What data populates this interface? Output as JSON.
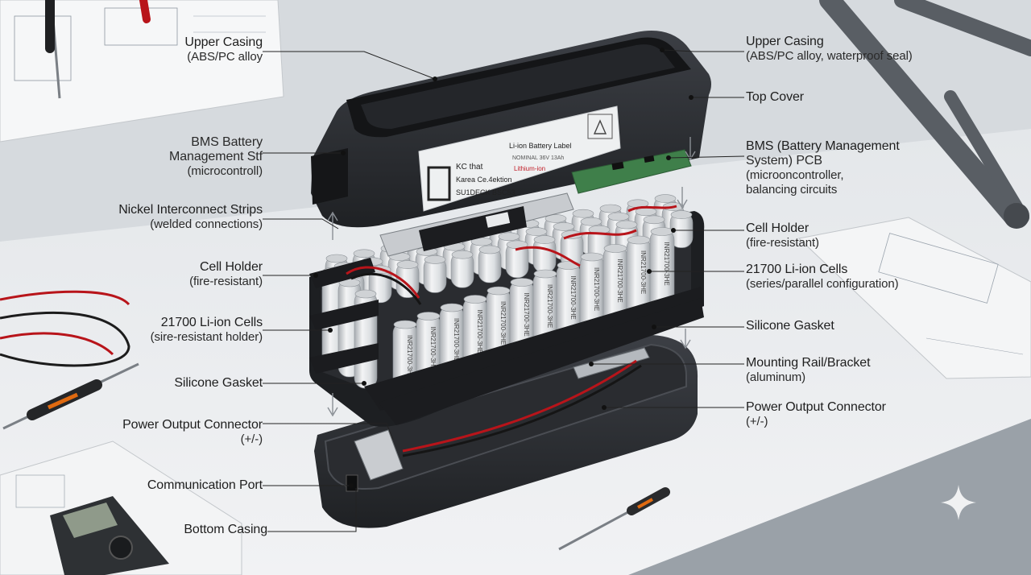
{
  "labels": {
    "upper_casing_left": {
      "title": "Upper Casing",
      "sub": "(ABS/PC alloy"
    },
    "bms_left": {
      "title": "BMS Battery",
      "line2": "Management Stf",
      "sub": "(microcontroll)"
    },
    "nickel_left": {
      "title": "Nickel Interconnect Strips",
      "sub": "(welded connections)"
    },
    "cell_holder_left": {
      "title": "Cell Holder",
      "sub": "(fire-resistant)"
    },
    "cells_left": {
      "title": "21700 Li-ion Cells",
      "sub": "(sire-resistant holder)"
    },
    "gasket_left": {
      "title": "Silicone Gasket"
    },
    "power_left": {
      "title": "Power Output Connector",
      "sub": "(+/-)"
    },
    "comm_left": {
      "title": "Communication Port"
    },
    "bottom_left": {
      "title": "Bottom Casing"
    },
    "upper_casing_right": {
      "title": "Upper Casing",
      "sub": "(ABS/PC alloy, waterproof seal)"
    },
    "top_cover_right": {
      "title": "Top Cover"
    },
    "bms_right": {
      "title": "BMS (Battery Management",
      "line2": "System) PCB",
      "sub": "(microoncontroller,",
      "sub2": "balancing circuits"
    },
    "cell_holder_right": {
      "title": "Cell Holder",
      "sub": "(fire-resistant)"
    },
    "cells_right": {
      "title": "21700 Li-ion Cells",
      "sub": "(series/parallel configuration)"
    },
    "gasket_right": {
      "title": "Silicone Gasket"
    },
    "rail_right": {
      "title": "Mounting Rail/Bracket",
      "sub": "(aluminum)"
    },
    "power_right": {
      "title": "Power Output Connector",
      "sub": "(+/-)"
    }
  },
  "product_label": {
    "line1": "KC that",
    "line2": "Karea Ce.4ektion",
    "line3": "SU1DECK BSC53",
    "line4": "Li-ion Battery Label",
    "line5": "NOMINAL 36V 13Ah",
    "line6": "Lithium-ion"
  },
  "cell_marking": "INR21700-3HE",
  "colors": {
    "casing": "#2b2d31",
    "casing_edge": "#4a4d53",
    "cell": "#e3e5e7",
    "cell_shadow": "#9ea3a8",
    "holder": "#1d1f22",
    "pcb": "#3f7f4a",
    "nickel": "#b9bdc2",
    "wire_red": "#b8141a",
    "leader": "#222222",
    "arrow": "#8a8f95"
  },
  "icons": [
    "sparkle-icon",
    "recycle-icon",
    "screwdriver-icon",
    "multimeter-icon"
  ]
}
